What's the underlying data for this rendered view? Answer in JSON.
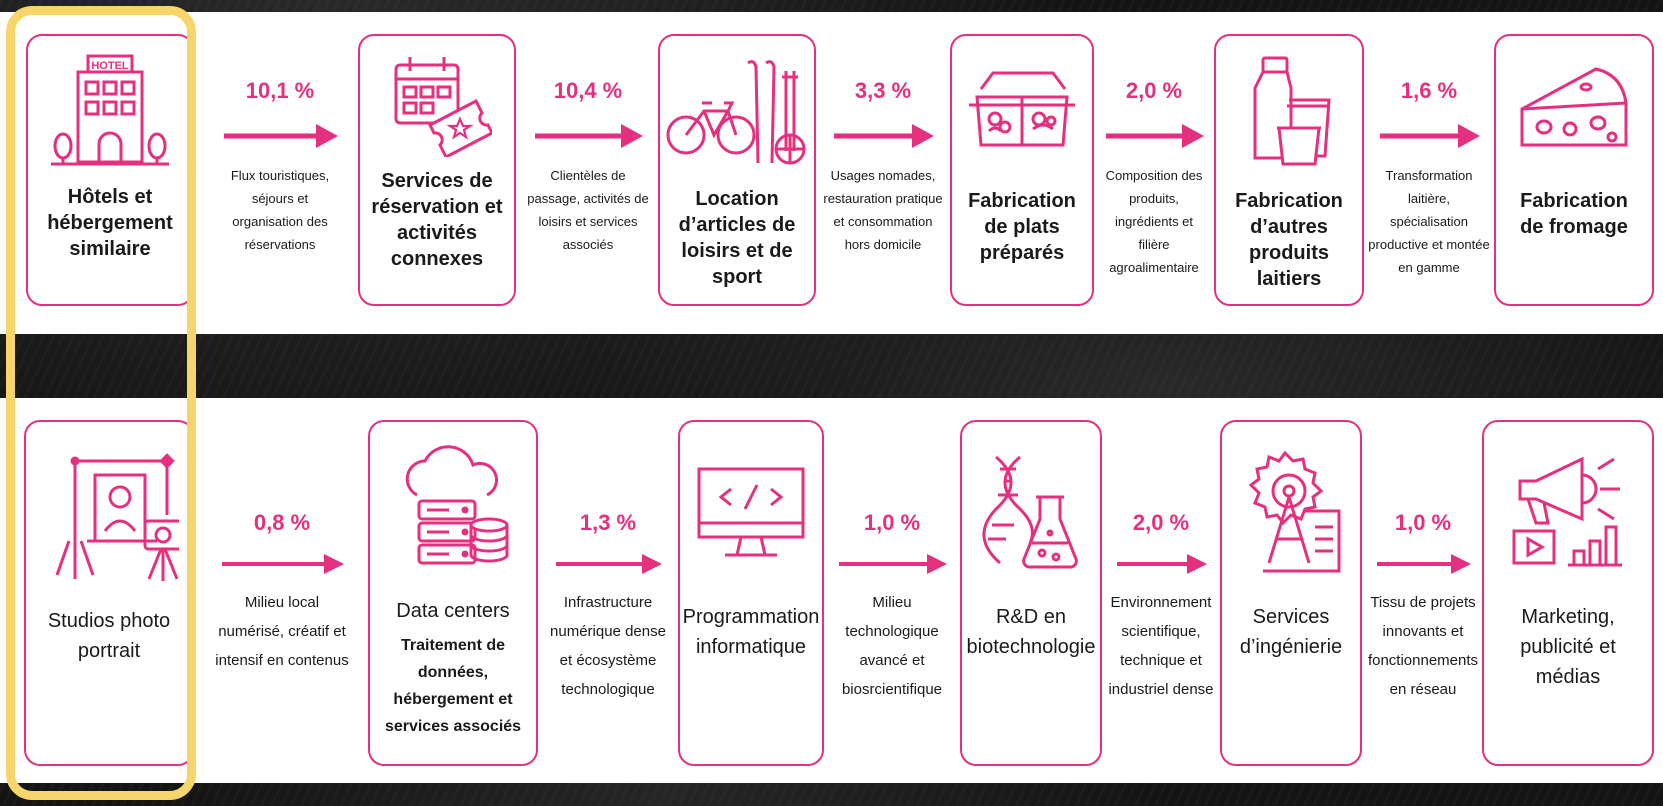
{
  "top_row": {
    "cards": [
      {
        "title": "Hôtels et hébergement similaire",
        "icon": "hotel-icon"
      },
      {
        "title": "Services de réservation et activités connexes",
        "icon": "calendar-ticket-icon"
      },
      {
        "title": "Location d’articles de loisirs et de sport",
        "icon": "sports-equipment-icon"
      },
      {
        "title": "Fabrication de plats préparés",
        "icon": "meal-container-icon"
      },
      {
        "title": "Fabrication d’autres produits laitiers",
        "icon": "dairy-products-icon"
      },
      {
        "title": "Fabrication de fromage",
        "icon": "cheese-icon"
      }
    ],
    "links": [
      {
        "percent": "10,1 %",
        "description": "Flux touristiques, séjours et organisation des réservations"
      },
      {
        "percent": "10,4 %",
        "description": "Clientèles de passage, activités de loisirs et services associés"
      },
      {
        "percent": "3,3 %",
        "description": "Usages nomades, restauration pratique et consommation hors domicile"
      },
      {
        "percent": "2,0 %",
        "description": "Composition des produits, ingrédients et filière agroalimentaire"
      },
      {
        "percent": "1,6 %",
        "description": "Transformation laitière, spécialisation productive et montée en gamme"
      }
    ]
  },
  "bottom_row": {
    "cards": [
      {
        "title": "Studios photo portrait",
        "subtitle": "",
        "icon": "photo-studio-icon"
      },
      {
        "title": "Data centers",
        "subtitle": "Traitement de données, hébergement et services associés",
        "icon": "cloud-server-icon"
      },
      {
        "title": "Programmation informatique",
        "subtitle": "",
        "icon": "code-monitor-icon"
      },
      {
        "title": "R&D en biotechnologie",
        "subtitle": "",
        "icon": "dna-flask-icon"
      },
      {
        "title": "Services d’ingénierie",
        "subtitle": "",
        "icon": "engineering-gear-icon"
      },
      {
        "title": "Marketing, publicité et médias",
        "subtitle": "",
        "icon": "megaphone-icon"
      }
    ],
    "links": [
      {
        "percent": "0,8 %",
        "description": "Milieu local numérisé, créatif et intensif en contenus"
      },
      {
        "percent": "1,3 %",
        "description": "Infrastructure numérique dense et écosystème technologique"
      },
      {
        "percent": "1,0 %",
        "description": "Milieu technologique avancé et biosrcientifique"
      },
      {
        "percent": "2,0 %",
        "description": "Environnement scientifique, technique et industriel dense"
      },
      {
        "percent": "1,0 %",
        "description": "Tissu de projets innovants et fonctionnements en réseau"
      }
    ]
  },
  "colors": {
    "accent": "#e4307f",
    "highlight": "#f6d66a",
    "background": "#141414"
  }
}
